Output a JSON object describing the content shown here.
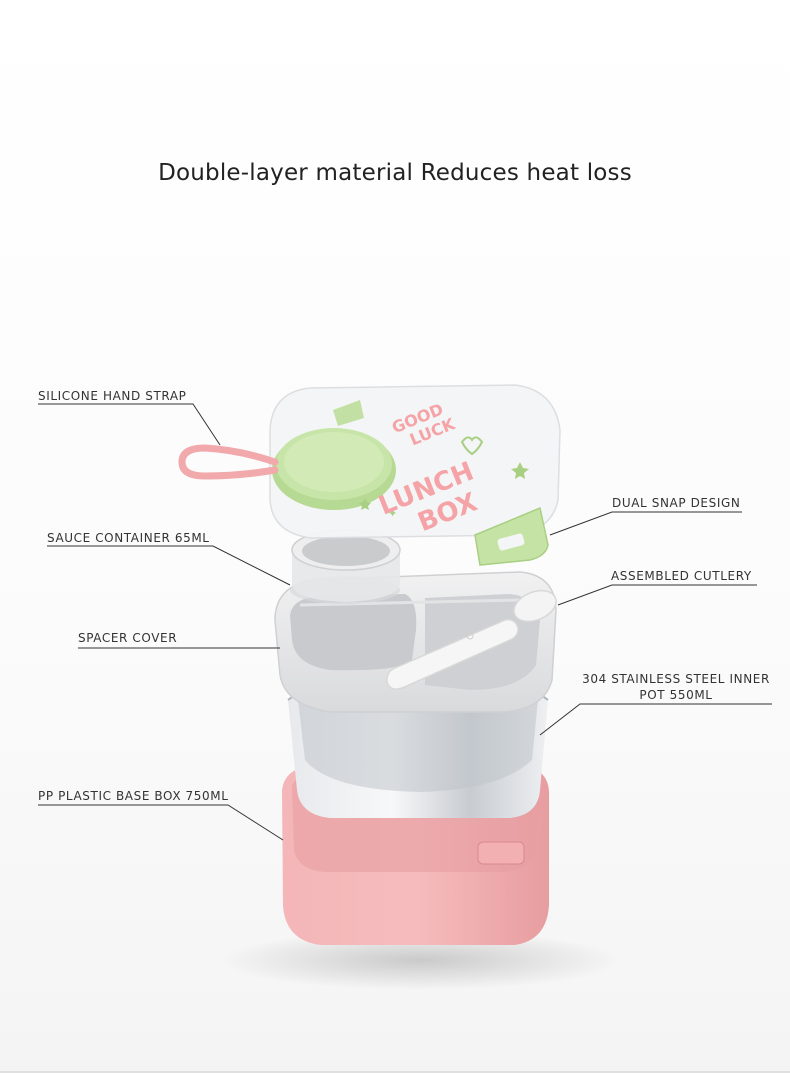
{
  "headline": "Double-layer material  Reduces heat loss",
  "labels": {
    "strap": "SILICONE HAND STRAP",
    "sauce": "SAUCE CONTAINER 65ML",
    "spacer": "SPACER COVER",
    "base": "PP PLASTIC BASE BOX 750ML",
    "snap": "DUAL SNAP DESIGN",
    "cutlery": "ASSEMBLED CUTLERY",
    "pot_line1": "304 STAINLESS STEEL INNER",
    "pot_line2": "POT 550ML"
  },
  "lid_text": {
    "line1": "GOOD",
    "line2": "LUCK",
    "line3": "LUNCH",
    "line4": "BOX"
  },
  "colors": {
    "pink": "#f2a9ab",
    "pink_dark": "#e58f93",
    "green": "#c6e3a6",
    "green_dark": "#a8cf82",
    "steel": "#d5d8dc",
    "lid_text": "#f5a3a6"
  }
}
